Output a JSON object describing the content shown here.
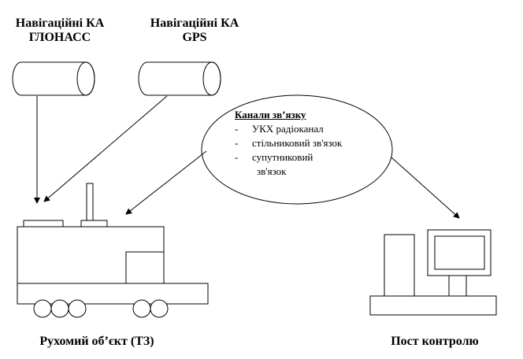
{
  "glonass": {
    "line1": "Навігаційні КА",
    "line2": "ГЛОНАСС"
  },
  "gps": {
    "line1": "Навігаційні КА",
    "line2": "GPS"
  },
  "channels": {
    "title": "Канали зв’язку",
    "items": [
      "УКХ радіоканал",
      "стільниковий зв'язок",
      "супутниковий",
      "зв'язок"
    ]
  },
  "vehicle": {
    "label": "Рухомий об’єкт (ТЗ)"
  },
  "control": {
    "label": "Пост контролю"
  },
  "icons": {
    "satellite": "cylinder-icon",
    "vehicle": "vehicle-icon",
    "computer": "computer-icon"
  },
  "colors": {
    "stroke": "#000000",
    "background": "#ffffff"
  }
}
